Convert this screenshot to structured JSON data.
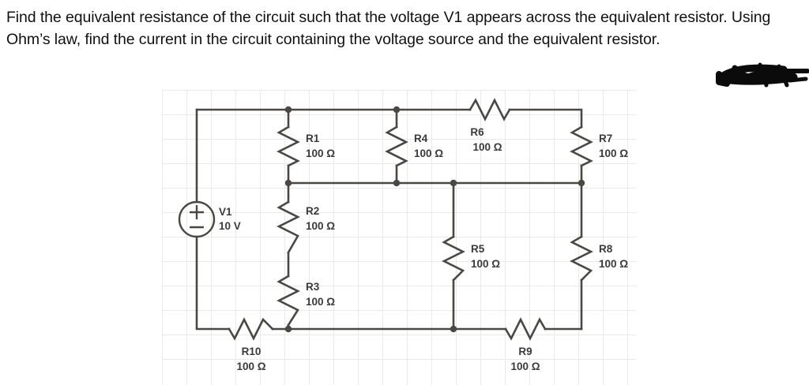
{
  "question": {
    "text": "Find the equivalent resistance of the circuit such that the voltage V1 appears across the equivalent resistor. Using Ohm’s law, find the current in the circuit containing the voltage source and the equivalent resistor."
  },
  "redaction": {
    "name": "black-scribble-redaction",
    "color": "#000000"
  },
  "circuit": {
    "background_grid_color": "#e9e9ec",
    "wire_color": "#4a4844",
    "label_color": "#3a3a3a",
    "source": {
      "name": "V1",
      "value": "10 V",
      "plus": "+",
      "minus": "−"
    },
    "resistors": [
      {
        "id": "R1",
        "name": "R1",
        "value": "100 Ω",
        "orientation": "vertical"
      },
      {
        "id": "R2",
        "name": "R2",
        "value": "100 Ω",
        "orientation": "vertical"
      },
      {
        "id": "R3",
        "name": "R3",
        "value": "100 Ω",
        "orientation": "vertical"
      },
      {
        "id": "R4",
        "name": "R4",
        "value": "100 Ω",
        "orientation": "vertical"
      },
      {
        "id": "R5",
        "name": "R5",
        "value": "100 Ω",
        "orientation": "vertical"
      },
      {
        "id": "R6",
        "name": "R6",
        "value": "100 Ω",
        "orientation": "horizontal"
      },
      {
        "id": "R7",
        "name": "R7",
        "value": "100 Ω",
        "orientation": "vertical"
      },
      {
        "id": "R8",
        "name": "R8",
        "value": "100 Ω",
        "orientation": "vertical"
      },
      {
        "id": "R9",
        "name": "R9",
        "value": "100 Ω",
        "orientation": "horizontal"
      },
      {
        "id": "R10",
        "name": "R10",
        "value": "100 Ω",
        "orientation": "horizontal"
      }
    ]
  }
}
